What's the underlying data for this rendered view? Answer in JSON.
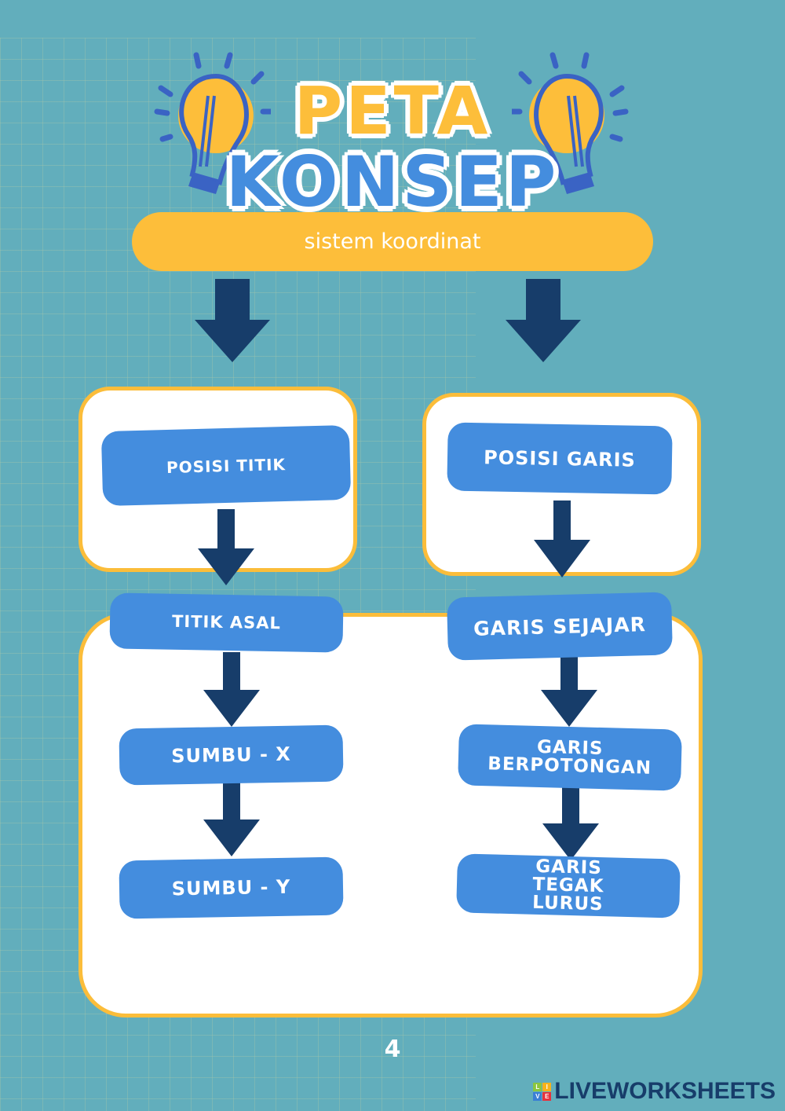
{
  "title": {
    "line1": "PETA",
    "line2": "KONSEP"
  },
  "topic": "sistem koordinat",
  "left": {
    "head": "POSISI TITIK",
    "items": [
      "TITIK ASAL",
      "SUMBU - X",
      "SUMBU - Y"
    ]
  },
  "right": {
    "head": "POSISI GARIS",
    "items": [
      "GARIS SEJAJAR",
      "GARIS BERPOTONGAN",
      "GARIS TEGAK LURUS"
    ]
  },
  "page_number": "4",
  "logo": {
    "text": "LIVEWORKSHEETS",
    "letters": [
      "L",
      "I",
      "V",
      "E"
    ]
  },
  "colors": {
    "background": "#62aebc",
    "yellow": "#fdbe3a",
    "blue": "#448dde",
    "navy": "#173d6a"
  }
}
